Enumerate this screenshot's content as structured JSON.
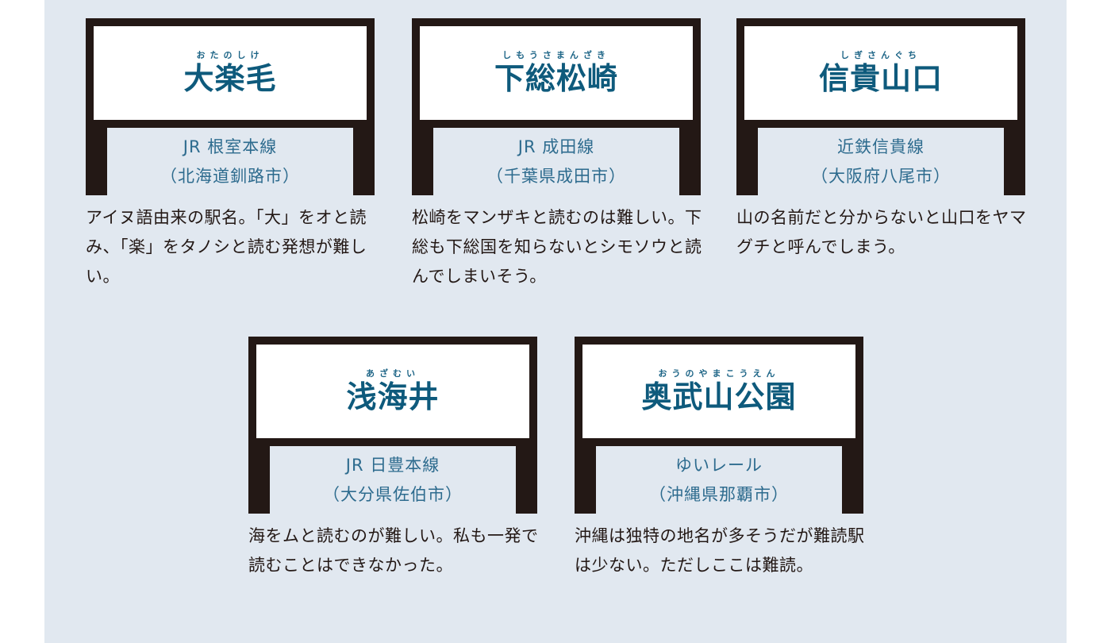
{
  "colors": {
    "background_panel": "#e1e8f0",
    "frame": "#231815",
    "board": "#ffffff",
    "station_name": "#0e5a7c",
    "line_text": "#2d6b8e",
    "description_text": "#231815"
  },
  "stations": [
    {
      "reading": "おたのしけ",
      "name": "大楽毛",
      "line": "JR 根室本線",
      "location": "（北海道釧路市）",
      "description": "アイヌ語由来の駅名。「大」をオと読み、「楽」をタノシと読む発想が難しい。"
    },
    {
      "reading": "しもうさまんざき",
      "name": "下総松崎",
      "line": "JR 成田線",
      "location": "（千葉県成田市）",
      "description": "松崎をマンザキと読むのは難しい。下総も下総国を知らないとシモソウと読んでしまいそう。"
    },
    {
      "reading": "しぎさんぐち",
      "name": "信貴山口",
      "line": "近鉄信貴線",
      "location": "（大阪府八尾市）",
      "description": "山の名前だと分からないと山口をヤマグチと呼んでしまう。"
    },
    {
      "reading": "あざむい",
      "name": "浅海井",
      "line": "JR 日豊本線",
      "location": "（大分県佐伯市）",
      "description": "海をムと読むのが難しい。私も一発で読むことはできなかった。"
    },
    {
      "reading": "おうのやまこうえん",
      "name": "奥武山公園",
      "line": "ゆいレール",
      "location": "（沖縄県那覇市）",
      "description": "沖縄は独特の地名が多そうだが難読駅は少ない。ただしここは難読。"
    }
  ]
}
